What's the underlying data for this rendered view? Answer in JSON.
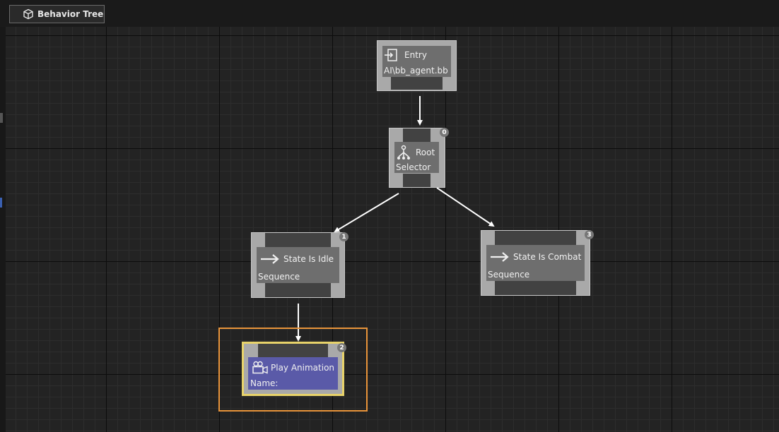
{
  "tab": {
    "label": "Behavior Tree",
    "icon": "cube-icon"
  },
  "nodes": {
    "entry": {
      "title": "Entry",
      "sub": "AI\\bb_agent.bb",
      "icon": "entry-icon"
    },
    "root": {
      "title": "Root",
      "sub": "Selector",
      "badge": "0",
      "icon": "selector-icon"
    },
    "idle": {
      "title": "State Is Idle",
      "sub": "Sequence",
      "badge": "1",
      "icon": "sequence-arrow-icon"
    },
    "combat": {
      "title": "State Is Combat",
      "sub": "Sequence",
      "badge": "3",
      "icon": "sequence-arrow-icon"
    },
    "play": {
      "title": "Play Animation",
      "sub": "Name:",
      "badge": "2",
      "icon": "camera-icon"
    }
  },
  "colors": {
    "selection_outline": "#e9943a",
    "selected_node": "#e8d36a",
    "action_body": "#5a5aa8"
  }
}
